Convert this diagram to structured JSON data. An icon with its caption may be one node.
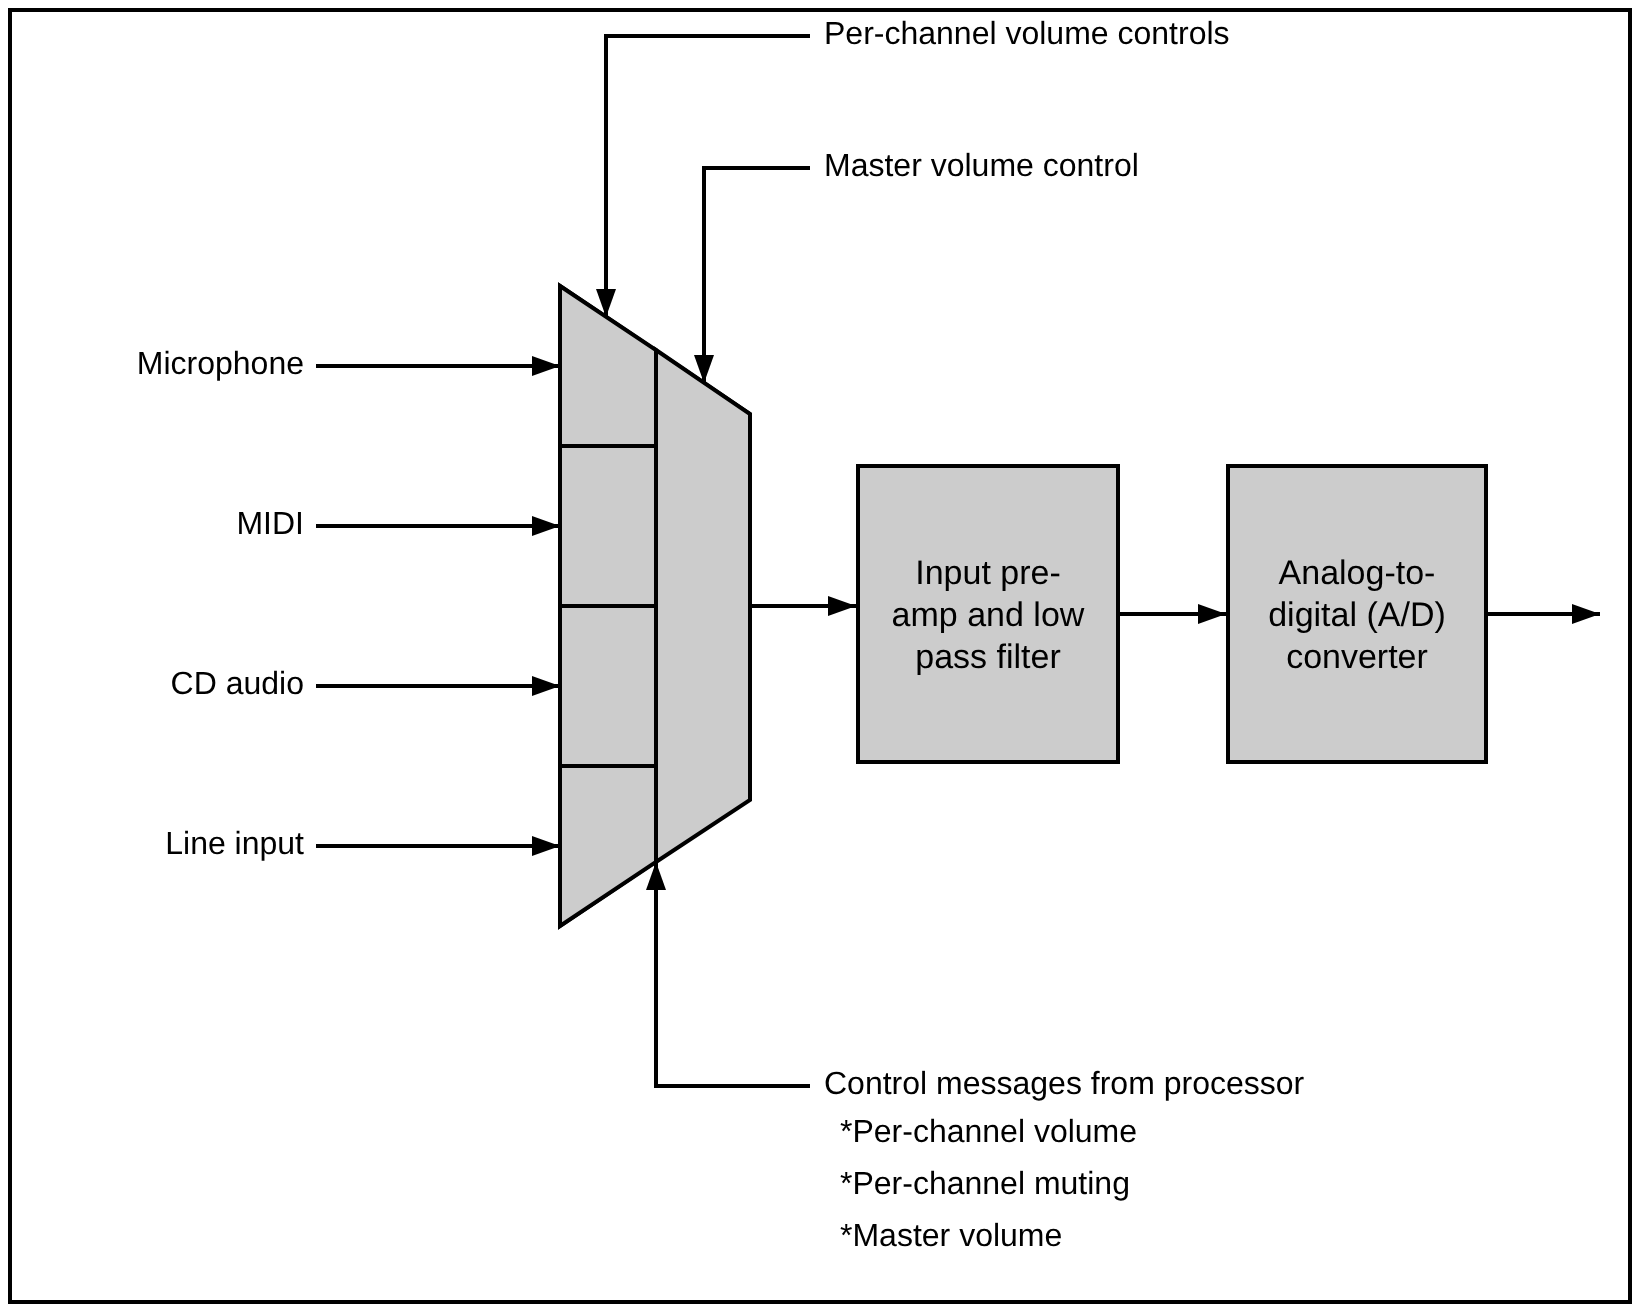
{
  "diagram": {
    "nodes": [
      {
        "text": [
          "Microphone"
        ]
      },
      {
        "text": [
          "MIDI"
        ]
      },
      {
        "text": [
          "CD audio"
        ]
      },
      {
        "text": [
          "Line input"
        ]
      },
      {
        "text": [
          "Per-channel volume controls"
        ]
      },
      {
        "text": [
          "Master volume control"
        ]
      },
      {
        "text": [
          "Control messages from processor",
          "*Per-channel volume",
          "*Per-channel muting",
          "*Master volume"
        ]
      },
      {
        "text": [],
        "shape": "trapezoid"
      },
      {
        "text": [],
        "shape": "box",
        "in": 7
      },
      {
        "text": [],
        "shape": "box",
        "in": 7
      },
      {
        "text": [],
        "shape": "box",
        "in": 7
      },
      {
        "text": [],
        "shape": "box",
        "in": 7
      },
      {
        "text": [],
        "shape": "box",
        "in": 7
      },
      {
        "text": [
          "Input pre-amp and low pass filter"
        ]
      },
      {
        "text": [
          "Analog-to-digital (A/D) converter"
        ]
      }
    ],
    "edges": [
      {
        "from": 0,
        "to": 8,
        "arrow": "to"
      },
      {
        "from": 1,
        "to": 9,
        "arrow": "to"
      },
      {
        "from": 2,
        "to": 10,
        "arrow": "to"
      },
      {
        "from": 3,
        "to": 11,
        "arrow": "to"
      },
      {
        "from": 4,
        "to": 8,
        "arrow": "to"
      },
      {
        "from": 5,
        "to": 12,
        "arrow": "to"
      },
      {
        "from": 6,
        "to": 7,
        "arrow": "to"
      },
      {
        "from": 12,
        "to": 13,
        "arrow": "to"
      },
      {
        "from": 13,
        "to": 14,
        "arrow": "to"
      },
      {
        "from": 14,
        "to": null,
        "arrow": "to"
      }
    ]
  }
}
